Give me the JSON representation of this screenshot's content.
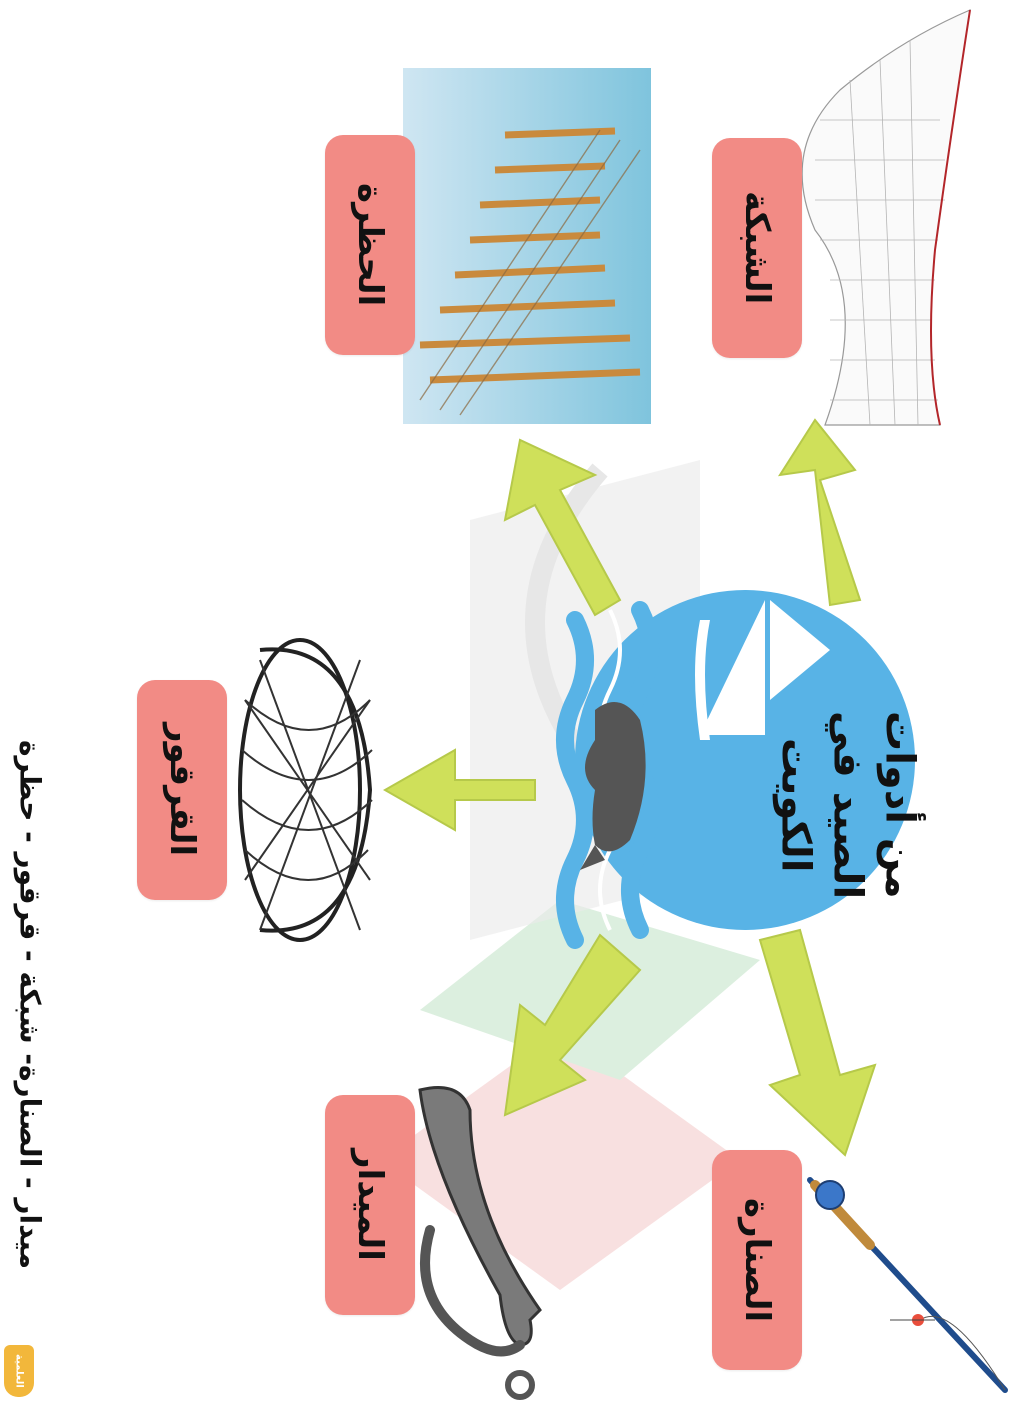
{
  "center": {
    "title": "من أدوات\nالصيد في\nالكويت"
  },
  "labels": {
    "hadra": "الحظرة",
    "shabaka": "الشبكة",
    "gargour": "القرقور",
    "meedar": "الميدار",
    "sinnara": "الصنارة"
  },
  "footer": {
    "text": "ميدار - الصنارة- شبكة - قرقور - حظرة"
  },
  "logo": {
    "text": "العلمية"
  },
  "colors": {
    "card": "#f28b85",
    "circle": "#58b3e6",
    "arrow": "#cfe05a",
    "wave": "#5cb8ea"
  }
}
